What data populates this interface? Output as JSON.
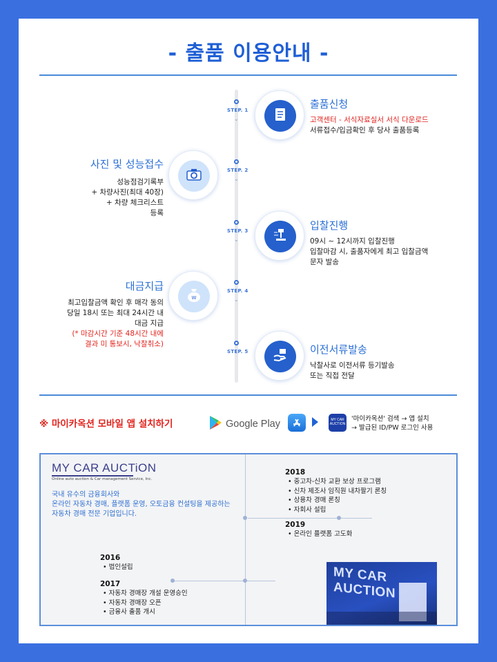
{
  "title": "- 출품 이용안내 -",
  "steps": [
    {
      "label": "STEP. 1",
      "title": "출품신청",
      "lines_red": [
        "고객센터 - 서식자료실서 서식 다운로드"
      ],
      "lines": [
        "서류접수/입금확인 후 당사 출품등록"
      ],
      "icon": "document-icon"
    },
    {
      "label": "STEP. 2",
      "title": "사진 및 성능접수",
      "lines": [
        "성능점검기록부",
        "+ 차량사진(최대 40장)",
        "+ 차량 체크리스트",
        "등록"
      ],
      "icon": "camera-icon"
    },
    {
      "label": "STEP. 3",
      "title": "입찰진행",
      "lines": [
        "09시 ~ 12시까지 입찰진행",
        "입찰마감 시, 출품자에게 최고 입찰금액",
        "문자 발송"
      ],
      "icon": "gavel-icon"
    },
    {
      "label": "STEP. 4",
      "title": "대금지급",
      "lines": [
        "최고입찰금액 확인 후 매각 동의",
        "당일 18시 또는 최대 24시간 내",
        "대금 지급"
      ],
      "lines_red": [
        "(* 마감시간 기준 48시간 내에",
        "결과 미 통보시, 낙찰취소)"
      ],
      "icon": "money-bag-icon"
    },
    {
      "label": "STEP. 5",
      "title": "이전서류발송",
      "lines": [
        "낙찰사로 이전서류 등기발송",
        "또는 직접 전달"
      ],
      "icon": "handover-icon"
    }
  ],
  "app": {
    "title": "※ 마이카옥션 모바일 앱 설치하기",
    "google_play": "Google Play",
    "desc1": "'마이카옥션' 검색 → 앱 설치",
    "desc2": "→ 발급된 ID/PW 로그인 사용",
    "icon_text1": "MY CAR",
    "icon_text2": "AUCTION"
  },
  "company": {
    "logo": "MY CAR AUCTiON",
    "logo_sub": "Online auto auction & Car management Service, Inc.",
    "desc": [
      "국내 유수의 금융회사와",
      "온라인 자동차 경매, 플랫폼 운영, 오토금융 컨설팅을 제공하는",
      "자동차 경매 전문 기업입니다."
    ],
    "history": [
      {
        "year": "2018",
        "items": [
          "중고차-신차 교환 보상 프로그램",
          "신차 제조사 임직원 내차팔기 론칭",
          "상용차 경매 론칭",
          "자회사 설립"
        ]
      },
      {
        "year": "2019",
        "items": [
          "온라인 플랫폼 고도화"
        ]
      },
      {
        "year": "2016",
        "items": [
          "법인설립"
        ]
      },
      {
        "year": "2017",
        "items": [
          "자동차 경매장 개설 운영승인",
          "자동차 경매장 오픈",
          "금융사 출품 개시"
        ]
      }
    ],
    "photo_text": "MY CAR AUCTION"
  }
}
